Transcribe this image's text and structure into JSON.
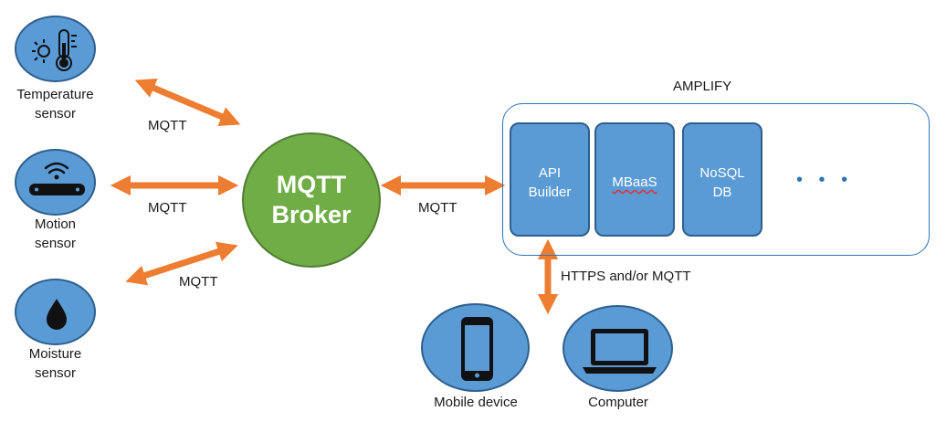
{
  "sensors": [
    {
      "label_line1": "Temperature",
      "label_line2": "sensor",
      "icon": "thermometer-sun-icon"
    },
    {
      "label_line1": "Motion",
      "label_line2": "sensor",
      "icon": "motion-router-icon"
    },
    {
      "label_line1": "Moisture",
      "label_line2": "sensor",
      "icon": "water-drop-icon"
    }
  ],
  "broker": {
    "line1": "MQTT",
    "line2": "Broker"
  },
  "protocols": {
    "temp": "MQTT",
    "motion": "MQTT",
    "moisture": "MQTT",
    "broker_amplify": "MQTT",
    "amplify_clients": "HTTPS and/or MQTT"
  },
  "amplify": {
    "title": "AMPLIFY",
    "services": [
      {
        "line1": "API",
        "line2": "Builder"
      },
      {
        "line1": "MBaaS",
        "line2": ""
      },
      {
        "line1": "NoSQL",
        "line2": "DB"
      }
    ],
    "more": "• • •"
  },
  "clients": [
    {
      "label": "Mobile device",
      "icon": "smartphone-icon"
    },
    {
      "label": "Computer",
      "icon": "laptop-icon"
    }
  ],
  "colors": {
    "sensor_fill": "#5b9bd5",
    "broker_fill": "#70ad47",
    "arrow": "#ed7d31",
    "box_border": "#2e75b6"
  }
}
